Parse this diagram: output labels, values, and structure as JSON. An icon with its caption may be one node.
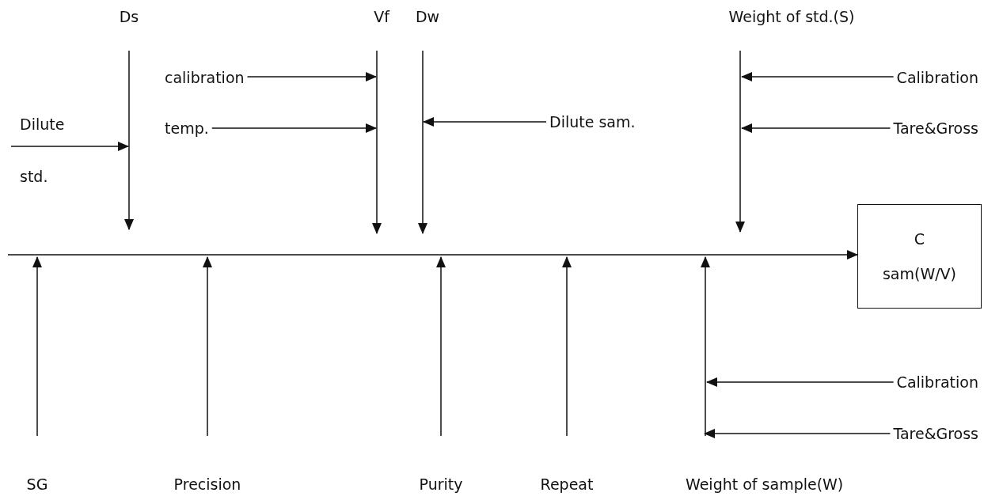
{
  "diagram": {
    "nodes": [
      {
        "text": [
          "Ds"
        ]
      },
      {
        "text": [
          "Vf"
        ]
      },
      {
        "text": [
          "Dw"
        ]
      },
      {
        "text": [
          "Weight of std.(S)"
        ]
      },
      {
        "text": [
          "calibration"
        ]
      },
      {
        "text": [
          "Calibration"
        ]
      },
      {
        "text": [
          "Dilute std."
        ]
      },
      {
        "text": [
          "temp."
        ]
      },
      {
        "text": [
          "Dilute sam."
        ]
      },
      {
        "text": [
          "Tare&Gross"
        ]
      },
      {
        "text": [
          "C",
          "sam(W/V)"
        ]
      },
      {
        "text": [
          "Calibration"
        ]
      },
      {
        "text": [
          "Tare&Gross"
        ]
      },
      {
        "text": [
          "SG"
        ]
      },
      {
        "text": [
          "Precision"
        ]
      },
      {
        "text": [
          "Purity"
        ]
      },
      {
        "text": [
          "Repeat"
        ]
      },
      {
        "text": [
          "Weight of sample(W)"
        ]
      }
    ],
    "edges": [
      {
        "from": null,
        "to": 10,
        "arrow": "to"
      },
      {
        "from": 0,
        "to": null,
        "arrow": "to"
      },
      {
        "from": 1,
        "to": null,
        "arrow": "to"
      },
      {
        "from": 2,
        "to": null,
        "arrow": "to"
      },
      {
        "from": 3,
        "to": null,
        "arrow": "to"
      },
      {
        "from": 4,
        "to": null,
        "arrow": "to"
      },
      {
        "from": 5,
        "to": null,
        "arrow": "to"
      },
      {
        "from": 6,
        "to": null,
        "arrow": "to"
      },
      {
        "from": 7,
        "to": null,
        "arrow": "to"
      },
      {
        "from": 8,
        "to": null,
        "arrow": "to"
      },
      {
        "from": 9,
        "to": null,
        "arrow": "to"
      },
      {
        "from": 11,
        "to": null,
        "arrow": "to"
      },
      {
        "from": 12,
        "to": null,
        "arrow": "to"
      },
      {
        "from": 13,
        "to": null,
        "arrow": "to"
      },
      {
        "from": 14,
        "to": null,
        "arrow": "to"
      },
      {
        "from": 15,
        "to": null,
        "arrow": "to"
      },
      {
        "from": 16,
        "to": null,
        "arrow": "to"
      },
      {
        "from": 17,
        "to": null,
        "arrow": "to"
      }
    ]
  }
}
